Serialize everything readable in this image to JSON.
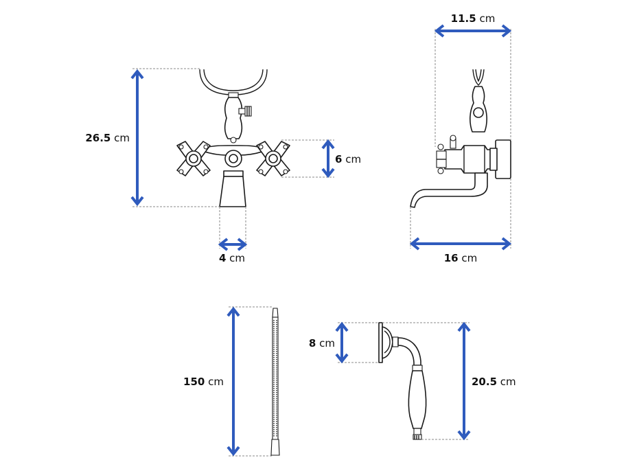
{
  "colors": {
    "arrow": "#2f5bbd",
    "guide": "#8a8a8a",
    "outline": "#1a1a1a",
    "background": "#ffffff"
  },
  "dimensions": {
    "height_total": {
      "value": "26.5",
      "unit": "cm"
    },
    "handle_spacing": {
      "value": "6",
      "unit": "cm"
    },
    "spout_width": {
      "value": "4",
      "unit": "cm"
    },
    "side_depth": {
      "value": "11.5",
      "unit": "cm"
    },
    "spout_reach": {
      "value": "16",
      "unit": "cm"
    },
    "hose_length": {
      "value": "150",
      "unit": "cm"
    },
    "shower_head_diameter": {
      "value": "8",
      "unit": "cm"
    },
    "hand_shower_length": {
      "value": "20.5",
      "unit": "cm"
    }
  }
}
